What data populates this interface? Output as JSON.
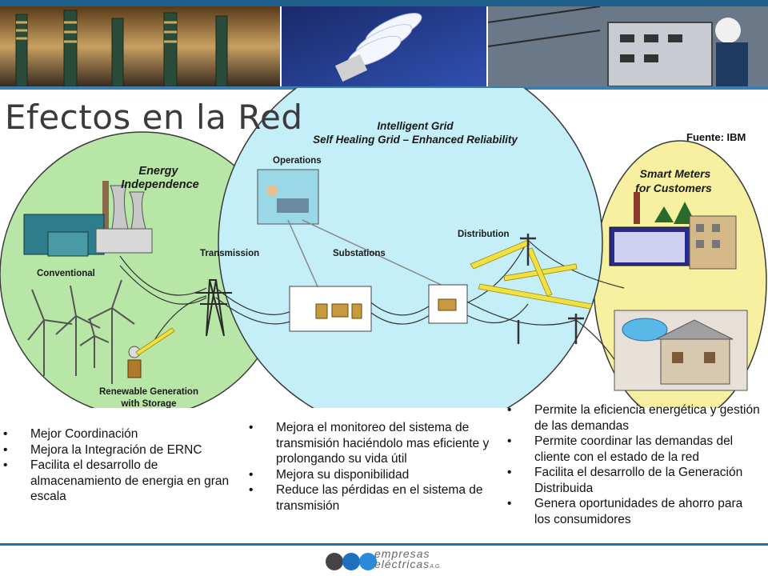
{
  "title": "Efectos en la Red",
  "source": "Fuente: IBM",
  "diagram": {
    "left_circle_title": [
      "Energy",
      "Independence"
    ],
    "conventional": "Conventional",
    "renewable": [
      "Renewable Generation",
      "with Storage"
    ],
    "grid_title": [
      "Intelligent Grid",
      "Self Healing Grid – Enhanced Reliability"
    ],
    "operations": "Operations",
    "transmission": "Transmission",
    "substations": "Substations",
    "distribution": "Distribution",
    "right_circle_title": [
      "Smart Meters",
      "for  Customers"
    ]
  },
  "bullets_left": [
    "Mejor Coordinación",
    "Mejora la Integración de ERNC",
    "Facilita el desarrollo de almacenamiento de energia en gran escala"
  ],
  "bullets_center": [
    "Mejora el monitoreo del sistema de transmisión haciéndolo mas eficiente y prolongando su vida útil",
    "Mejora su disponibilidad",
    "Reduce las pérdidas en el sistema de transmisión"
  ],
  "bullets_right": [
    "Permite la eficiencia energética y gestión de las demandas",
    "Permite coordinar las demandas del cliente con el estado de la red",
    "Facilita el desarrollo de la Generación Distribuida",
    "Genera oportunidades de ahorro para los consumidores"
  ],
  "logo": {
    "line1": "empresas",
    "line2": "eléctricas",
    "suffix": "A.G."
  },
  "colors": {
    "left_circle": "#b8e6a6",
    "center_circle": "#c4eef8",
    "right_circle": "#f6f0a0",
    "accent": "#1f5f8b"
  }
}
